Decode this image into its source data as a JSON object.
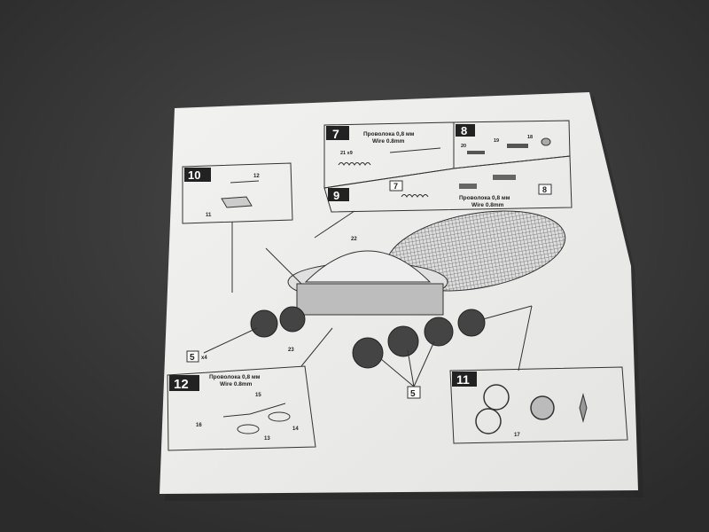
{
  "scene": {
    "background_color": "#3a3a3a",
    "paper_color": "#eeeeec"
  },
  "steps": {
    "s7": {
      "number": "7",
      "wire_ru": "Проволока 0,8 мм",
      "wire_en": "Wire 0.8mm",
      "part": "21 x9"
    },
    "s8": {
      "number": "8",
      "parts": [
        "20",
        "19",
        "18"
      ]
    },
    "s9": {
      "number": "9",
      "ref_a": "7",
      "ref_b": "8",
      "wire_ru": "Проволока 0,8 мм",
      "wire_en": "Wire 0.8mm"
    },
    "s10": {
      "number": "10",
      "parts": [
        "12",
        "11"
      ]
    },
    "s11": {
      "number": "11",
      "part": "17"
    },
    "s12": {
      "number": "12",
      "wire_ru": "Проволока 0,8 мм",
      "wire_en": "Wire 0.8mm",
      "parts": [
        "15",
        "16",
        "13",
        "14"
      ]
    }
  },
  "main": {
    "part_dish": "22",
    "part_23": "23",
    "wheel_ref": "5",
    "wheel_qty": "x4",
    "wheel_ref2": "5"
  }
}
